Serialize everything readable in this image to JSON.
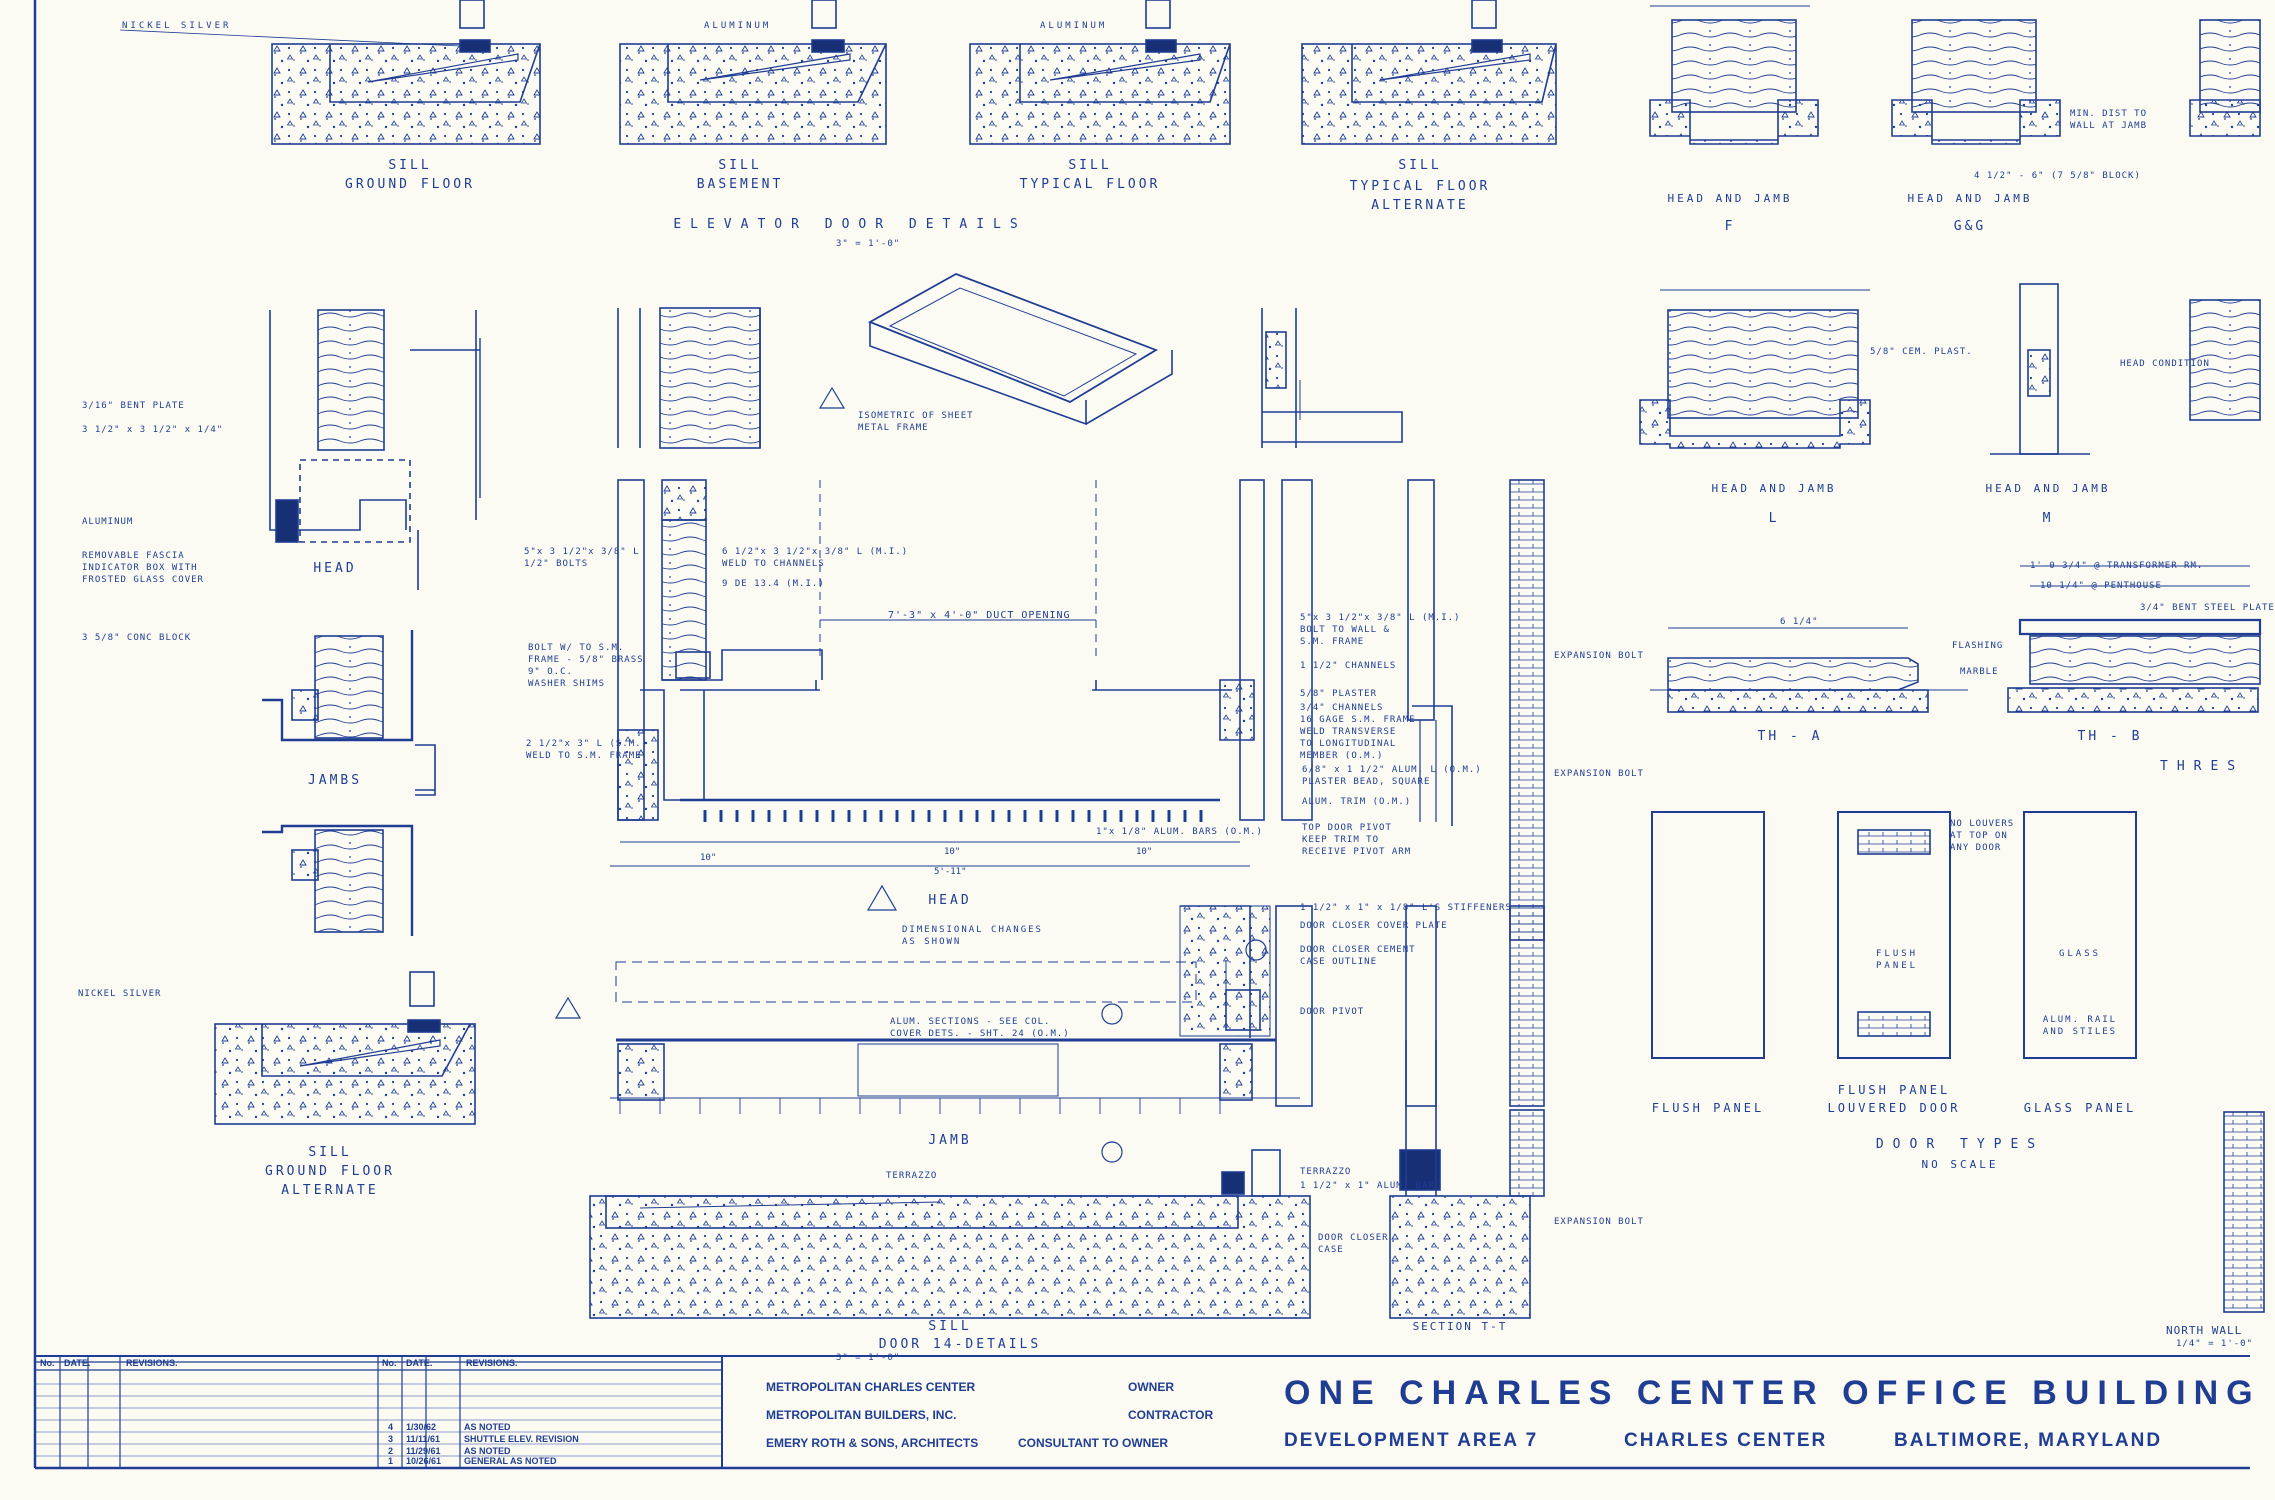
{
  "colors": {
    "paper": "#fbfbf4",
    "ink": "#1f3d93",
    "dark_ink": "#172f75"
  },
  "elevator": {
    "rail_labels": [
      "NICKEL SILVER",
      "ALUMINUM",
      "ALUMINUM"
    ],
    "sills": [
      {
        "title": "SILL",
        "sub": "GROUND FLOOR"
      },
      {
        "title": "SILL",
        "sub": "BASEMENT"
      },
      {
        "title": "SILL",
        "sub": "TYPICAL FLOOR"
      },
      {
        "title": "SILL",
        "sub": "TYPICAL FLOOR",
        "sub2": "ALTERNATE"
      }
    ],
    "section_title": "ELEVATOR DOOR DETAILS",
    "scale": "3\" = 1'-0\""
  },
  "head_jamb_details": [
    {
      "title": "HEAD AND JAMB",
      "letter": "F"
    },
    {
      "title": "HEAD AND JAMB",
      "letter": "G&G"
    },
    {
      "title": "HEAD AND JAMB",
      "letter": "L"
    },
    {
      "title": "HEAD AND JAMB",
      "letter": "M"
    }
  ],
  "left_details": {
    "head_title": "HEAD",
    "jambs_title": "JAMBS",
    "sill_title": "SILL",
    "sill_sub": "GROUND FLOOR",
    "sill_sub2": "ALTERNATE",
    "notes": [
      "3/16\" BENT PLATE",
      "3 1/2\" x 3 1/2\" x 1/4\"",
      "ALUMINUM",
      "REMOVABLE FASCIA",
      "INDICATOR BOX WITH",
      "FROSTED GLASS COVER",
      "3 5/8\" CONC BLOCK",
      "NICKEL SILVER"
    ]
  },
  "isometric": {
    "note1": "ISOMETRIC OF SHEET",
    "note2": "METAL FRAME"
  },
  "door14": {
    "head_label": "HEAD",
    "jamb_label": "JAMB",
    "sill_label": "SILL",
    "section_label": "SECTION T-T",
    "title": "DOOR 14-DETAILS",
    "scale": "3\" = 1'-0\"",
    "dim_changes": "DIMENSIONAL CHANGES AS SHOWN",
    "opening_note": "7'-3\" x 4'-0\" DUCT OPENING",
    "notes_left": [
      "5\"x 3 1/2\"x 3/8\" L",
      "1/2\" BOLTS",
      "BOLT W/ TO S.M.",
      "FRAME - 5/8\" BRASS",
      "9\" O.C.",
      "WASHER SHIMS",
      "2 1/2\"x 3\" L (S.M.)",
      "WELD TO S.M. FRAME"
    ],
    "notes_mid": [
      "6 1/2\"x 3 1/2\"x 3/8\" L (M.I.)",
      "WELD TO CHANNELS",
      "9 DE 13.4 (M.I.)"
    ],
    "notes_right": [
      "5\"x 3 1/2\"x 3/8\" L (M.I.)",
      "BOLT TO WALL &",
      "S.M. FRAME",
      "1 1/2\" CHANNELS",
      "5/8\" PLASTER",
      "3/4\" CHANNELS",
      "16 GAGE S.M. FRAME",
      "WELD TRANSVERSE",
      "TO LONGITUDINAL",
      "MEMBER (O.M.)",
      "6/8\" x 1 1/2\" ALUM. L (O.M.)",
      "PLASTER BEAD, SQUARE",
      "ALUM. TRIM (O.M.)",
      "TOP DOOR PIVOT",
      "KEEP TRIM TO",
      "RECEIVE PIVOT ARM",
      "1\"x 1/8\" ALUM. BARS (O.M.)",
      "EXPANSION BOLT",
      "EXPANSION BOLT"
    ],
    "notes_jamb": [
      "1 1/2\" x 1\" x 1/8\" L'S STIFFENERS",
      "DOOR CLOSER COVER PLATE",
      "DOOR CLOSER CEMENT",
      "CASE OUTLINE",
      "DOOR PIVOT",
      "ALUM. SECTIONS - SEE COL.",
      "COVER DETS. - SHT. 24 (O.M.)"
    ],
    "notes_sill": [
      "TERRAZZO",
      "TERRAZZO",
      "1 1/2\" x 1\" ALUM. BAR",
      "DOOR CLOSER",
      "CASE",
      "EXPANSION BOLT"
    ],
    "dims": [
      "10\"",
      "10\"",
      "10\"",
      "5'-11\""
    ]
  },
  "thresholds": {
    "th_a": "TH - A",
    "th_b": "TH - B",
    "title_partial": "THRES",
    "transformer_note": "1'-0 3/4\" @ TRANSFORMER RM.",
    "penthouse_note": "10 1/4\" @ PENTHOUSE",
    "plate_note": "3/4\" BENT STEEL PLATE",
    "flashing": "FLASHING",
    "marble": "MARBLE",
    "dim_th_a": "6 1/4\""
  },
  "door_types": {
    "types": [
      {
        "caption": "FLUSH PANEL",
        "caption2": ""
      },
      {
        "caption": "FLUSH PANEL",
        "caption2": "LOUVERED DOOR",
        "inner": "FLUSH",
        "inner2": "PANEL"
      },
      {
        "caption": "GLASS PANEL",
        "caption2": "",
        "inner": "GLASS",
        "inner2": "",
        "rail": "ALUM. RAIL",
        "rail2": "AND STILES"
      }
    ],
    "louver_note": "NO LOUVERS AT TOP ON ANY DOOR",
    "title": "DOOR TYPES",
    "scale": "NO SCALE"
  },
  "misc": {
    "north_wall": "NORTH WALL",
    "north_scale": "1/4\" = 1'-0\"",
    "min_dist": "MIN. DIST TO WALL AT JAMB",
    "head_condition": "HEAD CONDITION",
    "cem_plast": "5/8\" CEM. PLAST.",
    "block_note": "4 1/2\" - 6\" (7 5/8\" BLOCK)"
  },
  "revisions": {
    "headers": [
      "No.",
      "DATE.",
      "REVISIONS."
    ],
    "entries": [
      {
        "no": "4",
        "date": "1/30/62",
        "text": "AS NOTED"
      },
      {
        "no": "3",
        "date": "11/11/61",
        "text": "SHUTTLE ELEV. REVISION"
      },
      {
        "no": "2",
        "date": "11/29/61",
        "text": "AS NOTED"
      },
      {
        "no": "1",
        "date": "10/26/61",
        "text": "GENERAL AS NOTED"
      }
    ]
  },
  "title_block": {
    "firms": [
      {
        "name": "METROPOLITAN CHARLES CENTER",
        "role": "OWNER"
      },
      {
        "name": "METROPOLITAN BUILDERS, INC.",
        "role": "CONTRACTOR"
      },
      {
        "name": "EMERY ROTH & SONS, ARCHITECTS",
        "role": "CONSULTANT TO OWNER"
      }
    ],
    "project": "ONE CHARLES CENTER OFFICE BUILDING",
    "area": "DEVELOPMENT AREA 7",
    "center": "CHARLES CENTER",
    "city": "BALTIMORE, MARYLAND"
  }
}
